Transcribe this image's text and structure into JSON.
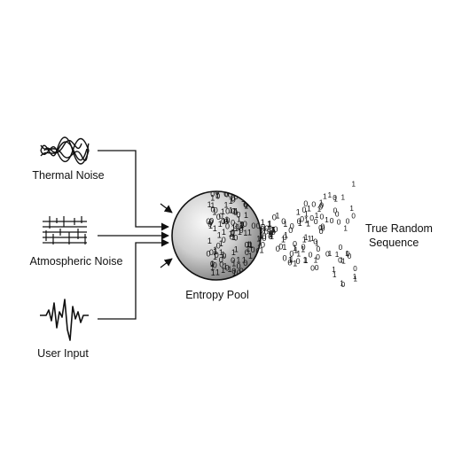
{
  "sources": [
    {
      "id": "thermal",
      "label": "Thermal Noise",
      "icon": "wave-icon"
    },
    {
      "id": "atmospheric",
      "label": "Atmospheric Noise",
      "icon": "static-noise-icon"
    },
    {
      "id": "user",
      "label": "User Input",
      "icon": "zigzag-signal-icon"
    }
  ],
  "pool": {
    "label": "Entropy Pool",
    "icon": "sphere-icon"
  },
  "output": {
    "line1": "True Random",
    "line2": "Sequence"
  },
  "bits": "0110100101011001101001011100101001101011001010011010110010110100101100101011010010110011010101100101101001101",
  "colors": {
    "stroke": "#111111",
    "sphere_light": "#f4f4f4",
    "sphere_dark": "#8a8a8a"
  }
}
